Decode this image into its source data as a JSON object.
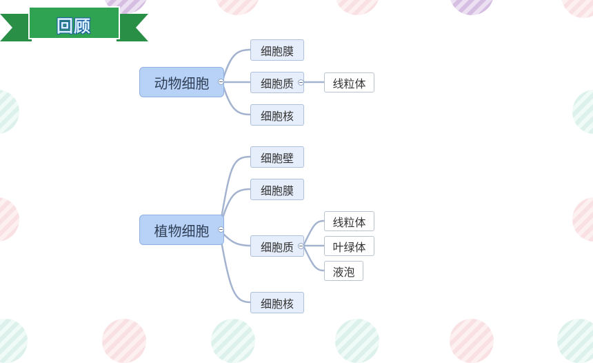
{
  "banner": {
    "title": "回顾"
  },
  "colors": {
    "banner_green": "#2fa352",
    "root_fill": "#b7d1f7",
    "branch_fill": "#e7eefb",
    "connector": "#a3b3cf"
  },
  "animal": {
    "root": "动物细胞",
    "membrane": "细胞膜",
    "cytoplasm": "细胞质",
    "cytoplasm_children": [
      "线粒体"
    ],
    "nucleus": "细胞核"
  },
  "plant": {
    "root": "植物细胞",
    "wall": "细胞壁",
    "membrane": "细胞膜",
    "cytoplasm": "细胞质",
    "cytoplasm_children": [
      "线粒体",
      "叶绿体",
      "液泡"
    ],
    "nucleus": "细胞核"
  }
}
